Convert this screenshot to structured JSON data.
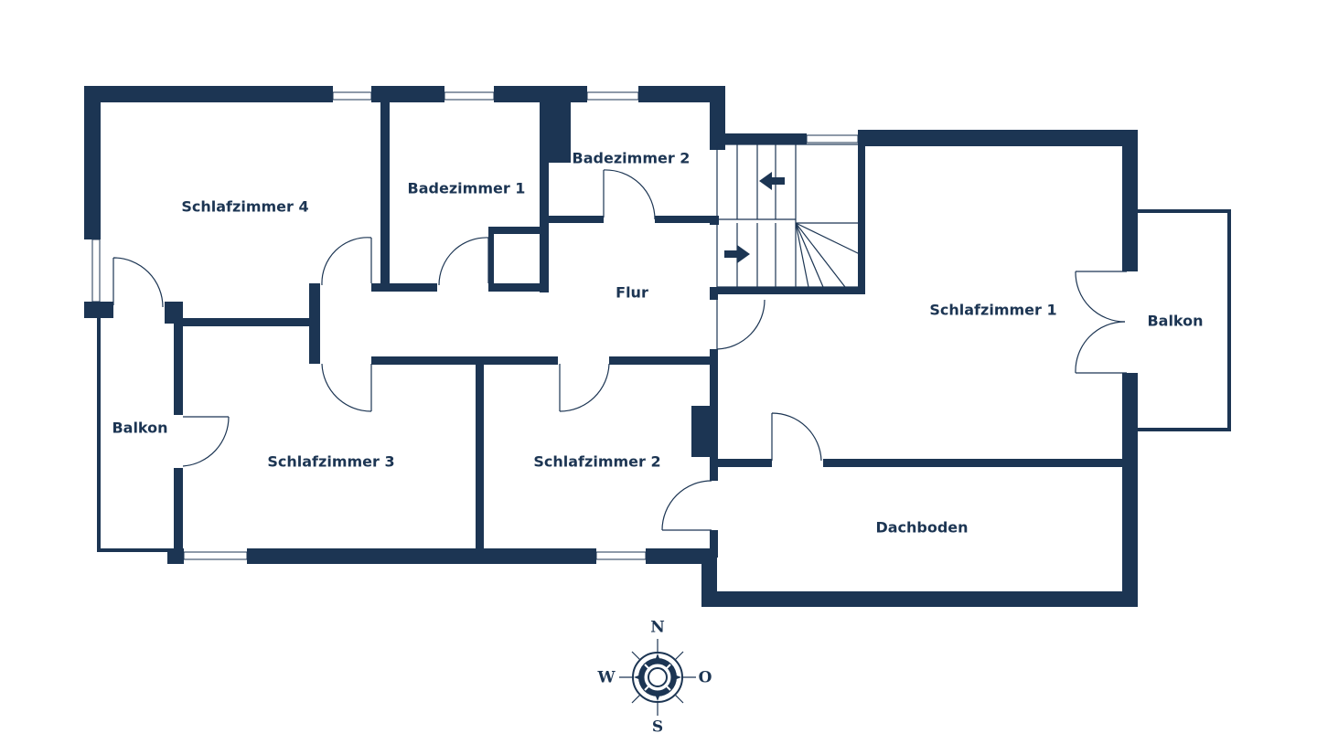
{
  "rooms": {
    "schlafzimmer_4": "Schlafzimmer 4",
    "badezimmer_1": "Badezimmer 1",
    "badezimmer_2": "Badezimmer 2",
    "flur": "Flur",
    "schlafzimmer_1": "Schlafzimmer 1",
    "balkon_right": "Balkon",
    "balkon_left": "Balkon",
    "schlafzimmer_3": "Schlafzimmer 3",
    "schlafzimmer_2": "Schlafzimmer 2",
    "dachboden": "Dachboden"
  },
  "compass": {
    "north": "N",
    "east": "O",
    "south": "S",
    "west": "W",
    "icon": "compass-rose-icon"
  },
  "colors": {
    "wall": "#1c3553",
    "background": "#ffffff"
  }
}
